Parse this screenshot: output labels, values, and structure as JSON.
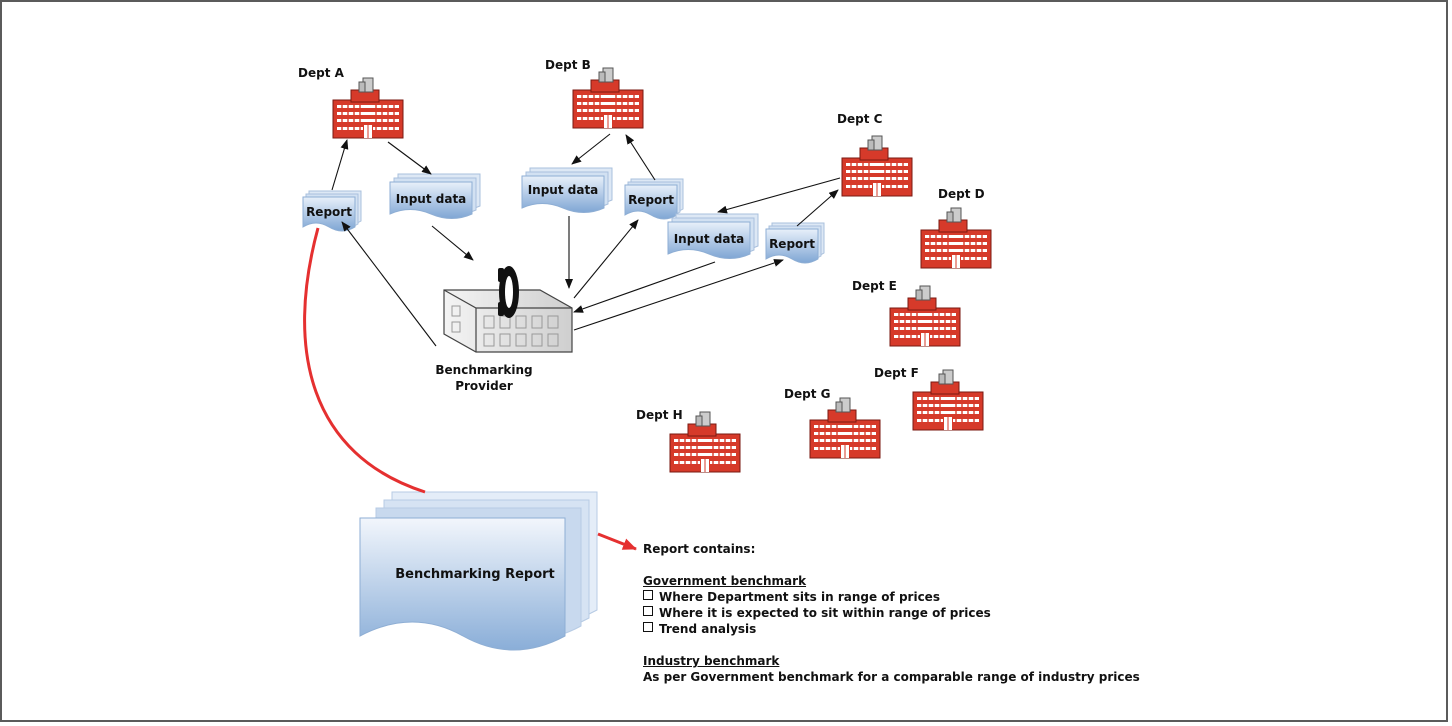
{
  "departments": [
    {
      "key": "a",
      "label": "Dept A"
    },
    {
      "key": "b",
      "label": "Dept B"
    },
    {
      "key": "c",
      "label": "Dept C"
    },
    {
      "key": "d",
      "label": "Dept D"
    },
    {
      "key": "e",
      "label": "Dept E"
    },
    {
      "key": "f",
      "label": "Dept F"
    },
    {
      "key": "g",
      "label": "Dept G"
    },
    {
      "key": "h",
      "label": "Dept H"
    }
  ],
  "docs": {
    "report": "Report",
    "input_data": "Input data"
  },
  "provider": {
    "line1": "Benchmarking",
    "line2": "Provider"
  },
  "benchmarking_report": "Benchmarking Report",
  "report_contents": {
    "heading": "Report contains:",
    "government": {
      "title": "Government benchmark",
      "items": [
        "Where Department sits in range of prices",
        "Where it is expected to sit within range of prices",
        "Trend analysis"
      ]
    },
    "industry": {
      "title": "Industry benchmark",
      "text": "As per Government benchmark for a comparable range of industry prices"
    }
  },
  "colors": {
    "building_red": "#d63a2a",
    "doc_blue": "#9fbfe0",
    "arrow_red": "#e53030"
  }
}
